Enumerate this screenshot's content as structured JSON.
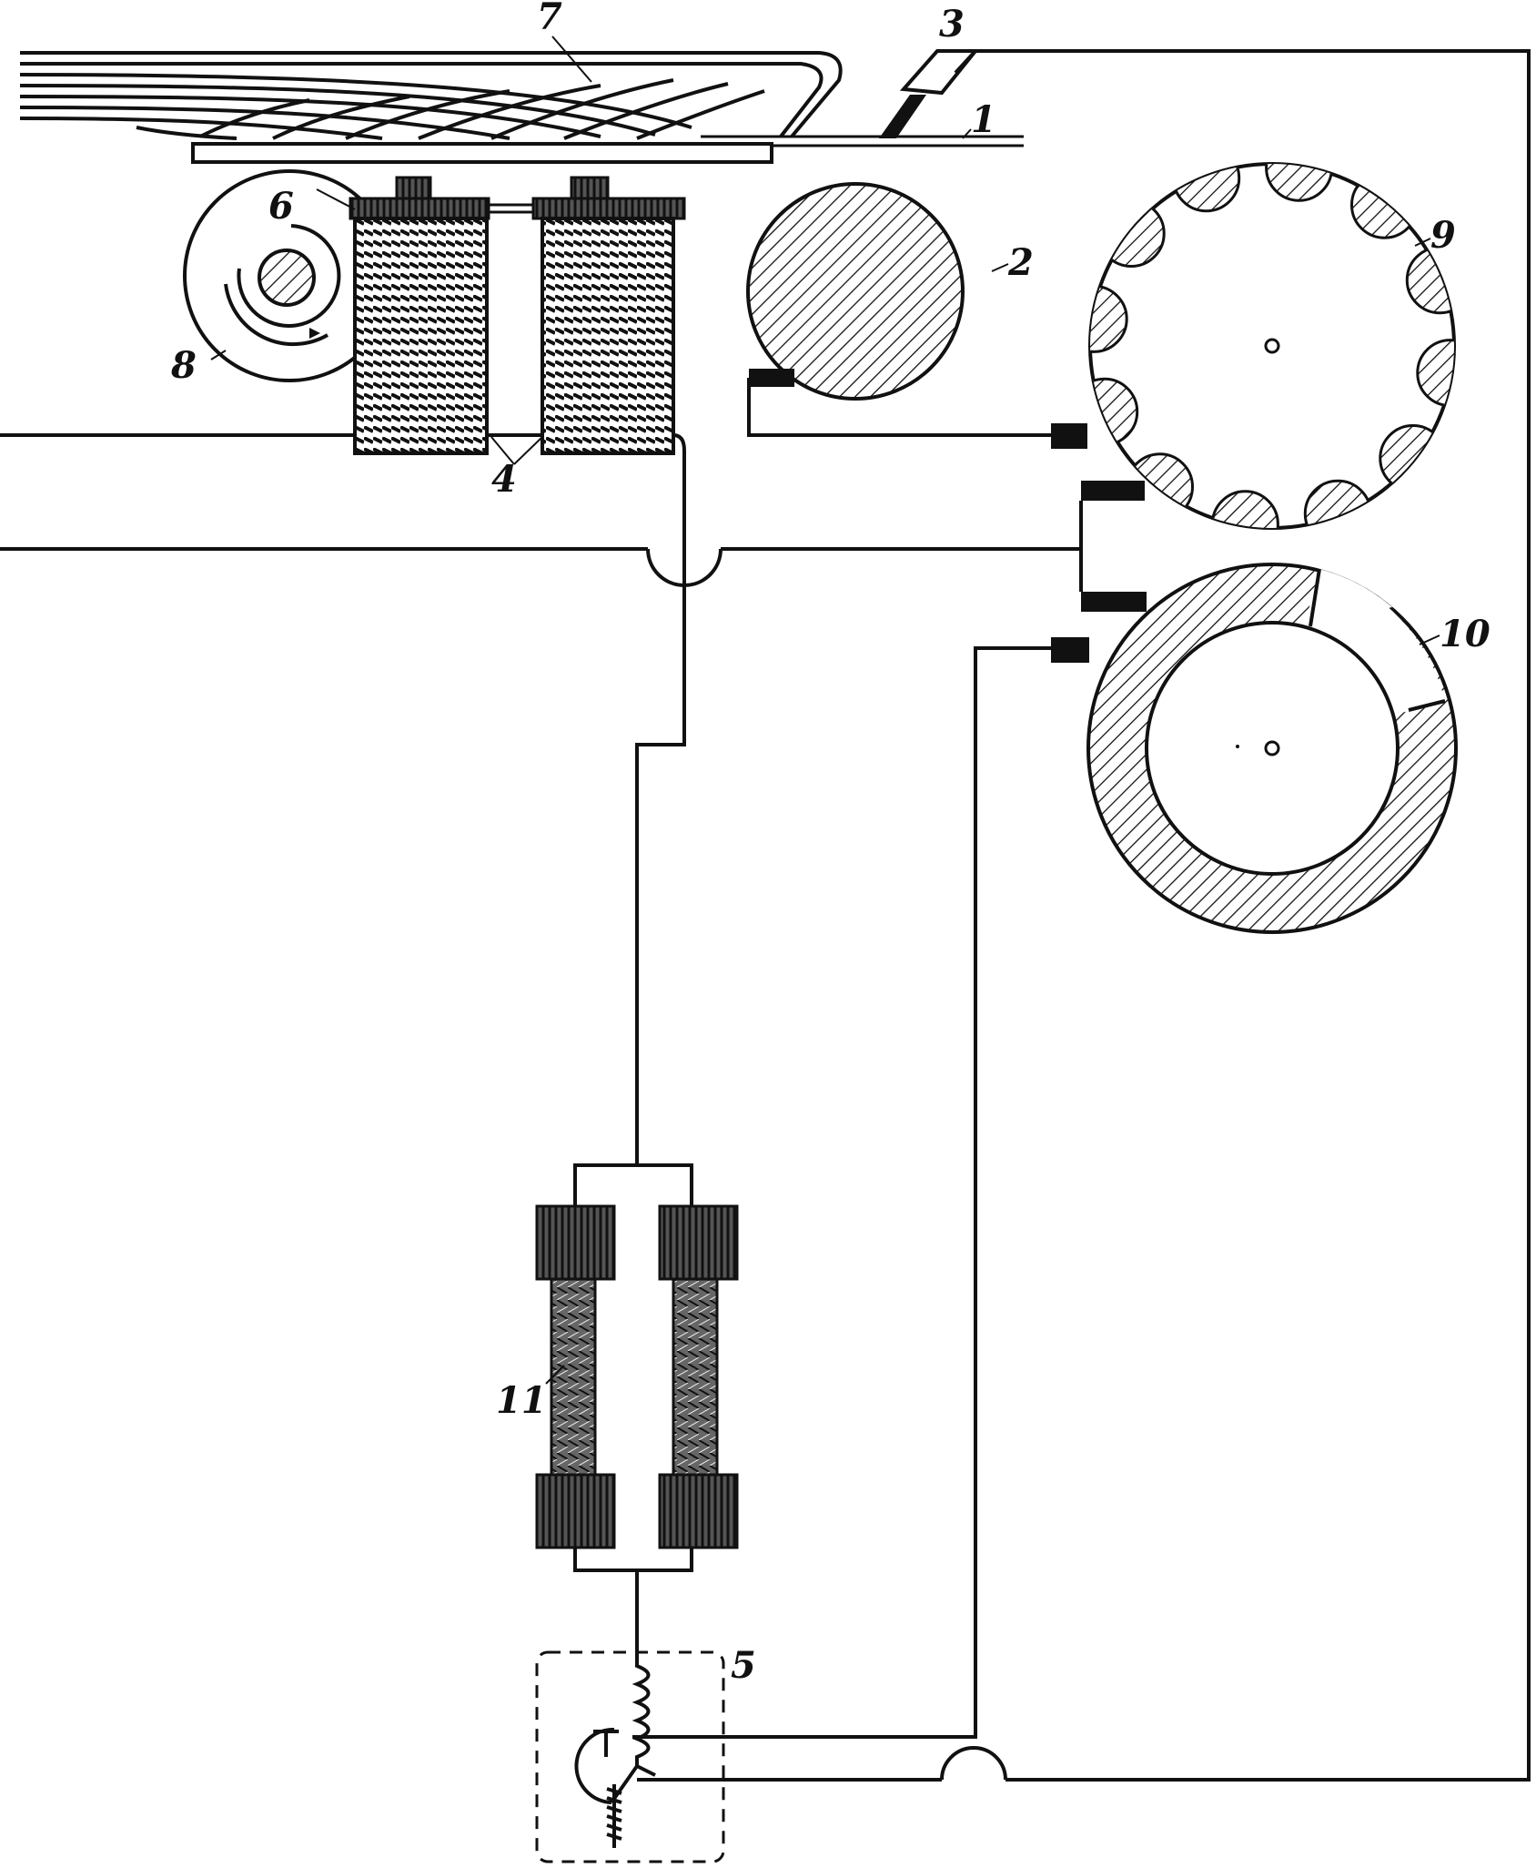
{
  "labels": {
    "l1": "1",
    "l2": "2",
    "l3": "3",
    "l4": "4",
    "l5": "5",
    "l6": "6",
    "l7": "7",
    "l8": "8",
    "l9": "9",
    "l10": "10",
    "l11": "11"
  },
  "style": {
    "ink": "#111111",
    "paper": "#ffffff"
  }
}
